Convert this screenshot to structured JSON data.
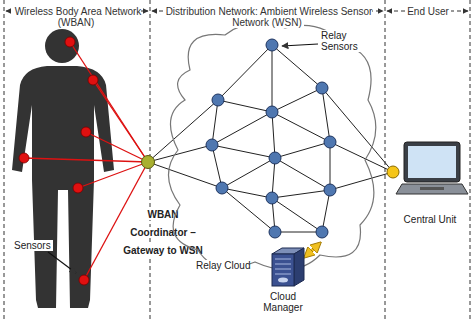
{
  "diagram": {
    "nodes": [
      {
        "text": [
          "WBAN Coordinator – Gateway to WSN"
        ]
      },
      {
        "text": [
          "Relay Sensors",
          "Relay Cloud"
        ]
      },
      {
        "text": [
          "Central Unit"
        ]
      },
      {
        "text": [
          "Cloud Manager"
        ]
      }
    ],
    "edges": [
      {
        "from": 3,
        "to": 1,
        "arrow": "both"
      }
    ],
    "labels": [
      "Wireless Body Area Network (WBAN)",
      "Distribution Network: Ambient Wireless Sensor Network (WSN)",
      "End User",
      "Sensors"
    ]
  }
}
